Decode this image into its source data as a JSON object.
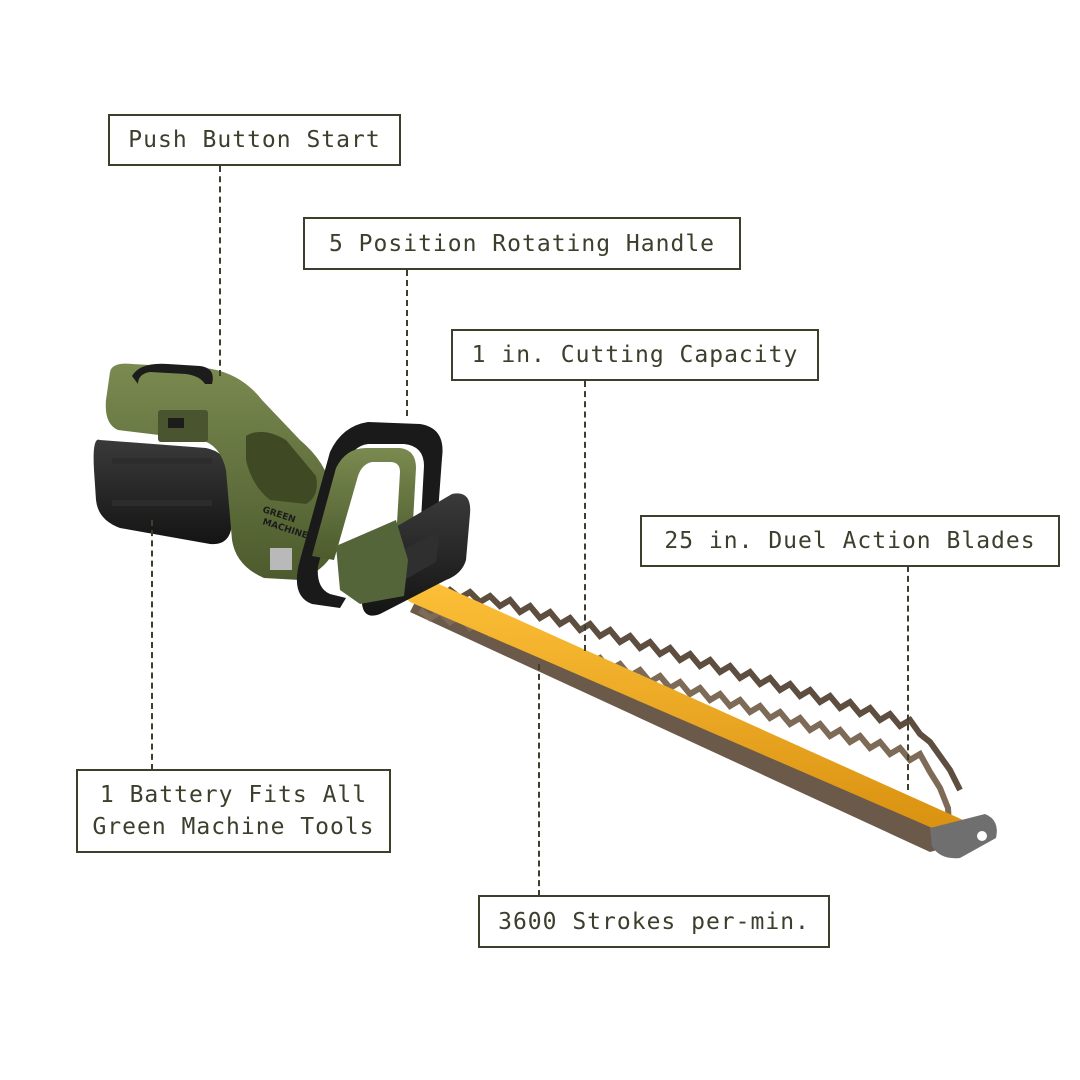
{
  "callouts": {
    "push_button_start": "Push Button Start",
    "rotating_handle": "5 Position Rotating Handle",
    "cutting_capacity": "1 in. Cutting Capacity",
    "blades": "25 in. Duel Action Blades",
    "battery_line1": "1 Battery Fits All",
    "battery_line2": "Green Machine Tools",
    "strokes": "3600 Strokes per-min."
  },
  "product": {
    "brand_lines": [
      "GREEN",
      "MACHINE"
    ]
  },
  "colors": {
    "label_text": "#3b3f2c",
    "body_green": "#5d6e3a",
    "blade_yellow": "#f2a91d",
    "battery_black": "#1e1e1e"
  }
}
